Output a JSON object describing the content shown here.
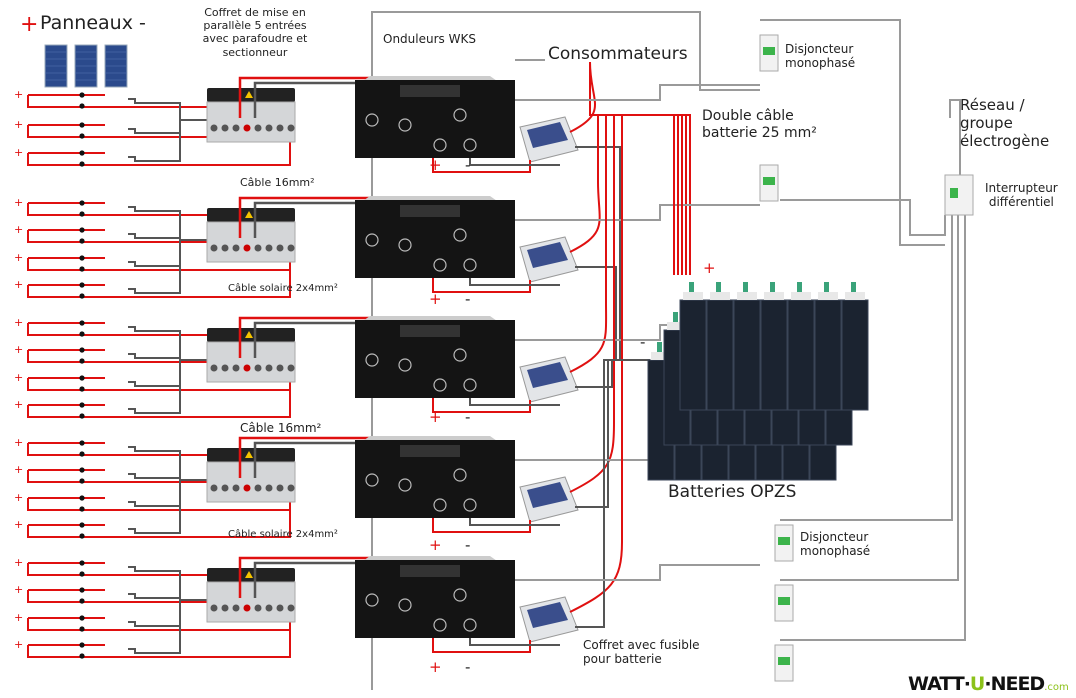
{
  "title": {
    "plus": "+",
    "text": "Panneaux -"
  },
  "labels": {
    "combiner": [
      "Coffret de mise en",
      "parallèle 5 entrées",
      "avec parafoudre et",
      "sectionneur"
    ],
    "inverters": "Onduleurs WKS",
    "consumers": "Consommateurs",
    "breaker_top": [
      "Disjoncteur",
      "monophasé"
    ],
    "battery_cable": [
      "Double câble",
      "batterie 25 mm²"
    ],
    "grid": [
      "Réseau /",
      "groupe",
      "électrogène"
    ],
    "differential": [
      "Interrupteur",
      "différentiel"
    ],
    "cable16_1": "Câble 16mm²",
    "solar_cable_1": "Câble solaire 2x4mm²",
    "cable16_2": "Câble 16mm²",
    "solar_cable_2": "Câble solaire 2x4mm²",
    "batteries": "Batteries OPZS",
    "breaker_bottom": [
      "Disjoncteur",
      "monophasé"
    ],
    "fuse_box": [
      "Coffret avec fusible",
      "pour batterie"
    ],
    "battery_plus": "+",
    "battery_minus": "-",
    "pos": "+",
    "neg": "-"
  },
  "logo": {
    "a": "WATT·",
    "b": "U",
    "c": "·NEED",
    "d": ".com"
  },
  "colors": {
    "positive": "#e01010",
    "negative": "#555555",
    "ac": "#9a9a9a",
    "inverter": "#141414",
    "logo_accent": "#8cc21a"
  }
}
